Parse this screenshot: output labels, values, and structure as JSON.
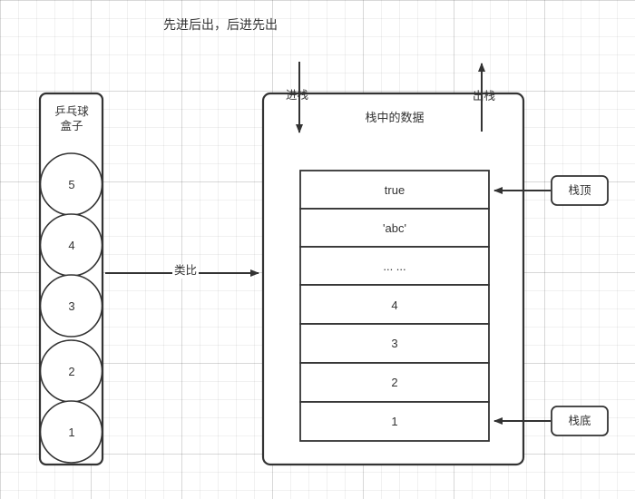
{
  "diagram": {
    "title": "先进后出，后进先出",
    "background": "grid-paper",
    "stroke_color": "#333333",
    "fill_color": "#ffffff"
  },
  "left_panel": {
    "name": "ping-pong-ball-box",
    "label": "乒乓球\n盒子",
    "label_line1": "乒乓球",
    "label_line2": "盒子",
    "balls": [
      {
        "value": "5"
      },
      {
        "value": "4"
      },
      {
        "value": "3"
      },
      {
        "value": "2"
      },
      {
        "value": "1"
      }
    ]
  },
  "connector": {
    "label": "类比",
    "direction": "left-to-right"
  },
  "stack_panel": {
    "caption": "栈中的数据",
    "push_label": "进栈",
    "pop_label": "出栈",
    "cells": [
      {
        "value": "true"
      },
      {
        "value": "'abc'"
      },
      {
        "value": "... ..."
      },
      {
        "value": "4"
      },
      {
        "value": "3"
      },
      {
        "value": "2"
      },
      {
        "value": "1"
      }
    ]
  },
  "annotations": [
    {
      "label": "栈顶",
      "target_row": 0
    },
    {
      "label": "栈底",
      "target_row": 6
    }
  ]
}
